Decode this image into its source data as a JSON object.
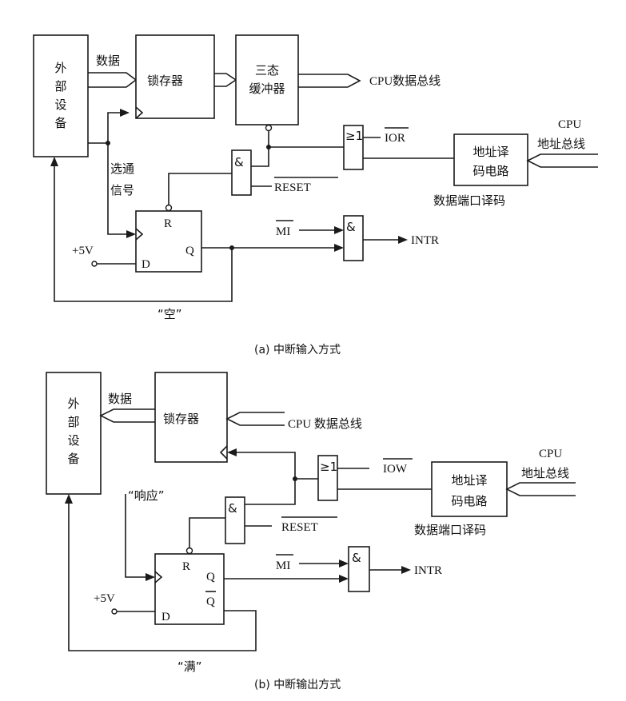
{
  "diagram_a": {
    "device": [
      "外",
      "部",
      "设",
      "备"
    ],
    "data_label": "数据",
    "latch": "锁存器",
    "buffer": [
      "三态",
      "缓冲器"
    ],
    "cpu_data_bus": "CPU数据总线",
    "cpu": "CPU",
    "cpu_addr_bus": "地址总线",
    "ge1": "≥1",
    "ior": "IOR",
    "decoder": [
      "地址译",
      "码电路"
    ],
    "and": "&",
    "reset": "RESET",
    "strobe": [
      "选通",
      "信号"
    ],
    "port_decode": "数据端口译码",
    "r": "R",
    "q": "Q",
    "d": "D",
    "vcc": "+5V",
    "mi": "MI",
    "and2": "&",
    "intr": "INTR",
    "empty": "“空”",
    "caption": "(a) 中断输入方式"
  },
  "diagram_b": {
    "device": [
      "外",
      "部",
      "设",
      "备"
    ],
    "data_label": "数据",
    "latch": "锁存器",
    "cpu_data_bus": "CPU  数据总线",
    "cpu": "CPU",
    "cpu_addr_bus": "地址总线",
    "ge1": "≥1",
    "iow": "IOW",
    "decoder": [
      "地址译",
      "码电路"
    ],
    "ack": "“响应”",
    "and": "&",
    "reset": "RESET",
    "port_decode": "数据端口译码",
    "r": "R",
    "q": "Q",
    "qbar": "Q",
    "d": "D",
    "vcc": "+5V",
    "mi": "MI",
    "and2": "&",
    "intr": "INTR",
    "full": "“满”",
    "caption": "(b) 中断输出方式"
  }
}
